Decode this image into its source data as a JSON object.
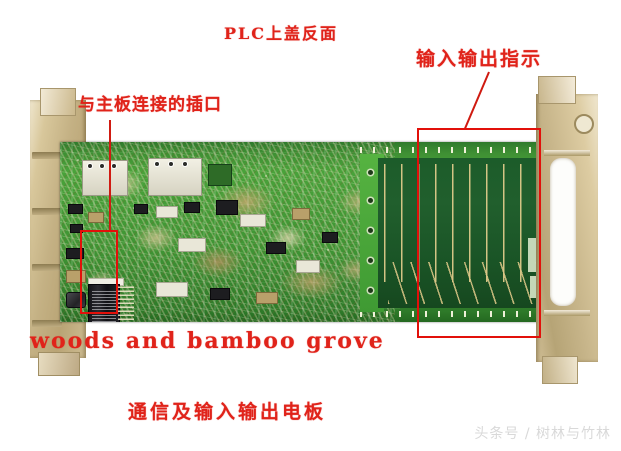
{
  "image": {
    "title_caption": "PLC上盖反面",
    "annotations": [
      {
        "id": "io-indicator",
        "text": "输入输出指示",
        "points_to": "right-io-trace-area"
      },
      {
        "id": "mainboard-socket",
        "text": "与主板连接的插口",
        "points_to": "black-connector"
      }
    ],
    "overlay_text": "woods and bamboo grove",
    "bottom_caption": "通信及输入输出电板",
    "watermark": "头条号 / 树林与竹林",
    "colors": {
      "annotation_red": "#e0231a",
      "line_red": "#d01b12",
      "pcb_green": "#3f9434",
      "pcb_dark_green": "#1c5c2a",
      "bracket_beige": "#c7b58a",
      "connector_black": "#15151a",
      "watermark_gray": "#d9d9d9"
    },
    "subject": {
      "device": "PLC",
      "board_name": "通信及输入输出电板",
      "parts": [
        "左侧塑料支架",
        "绿色印刷电路板",
        "黑色主板连接插口",
        "输入输出走线区",
        "右侧塑料支架"
      ]
    }
  }
}
